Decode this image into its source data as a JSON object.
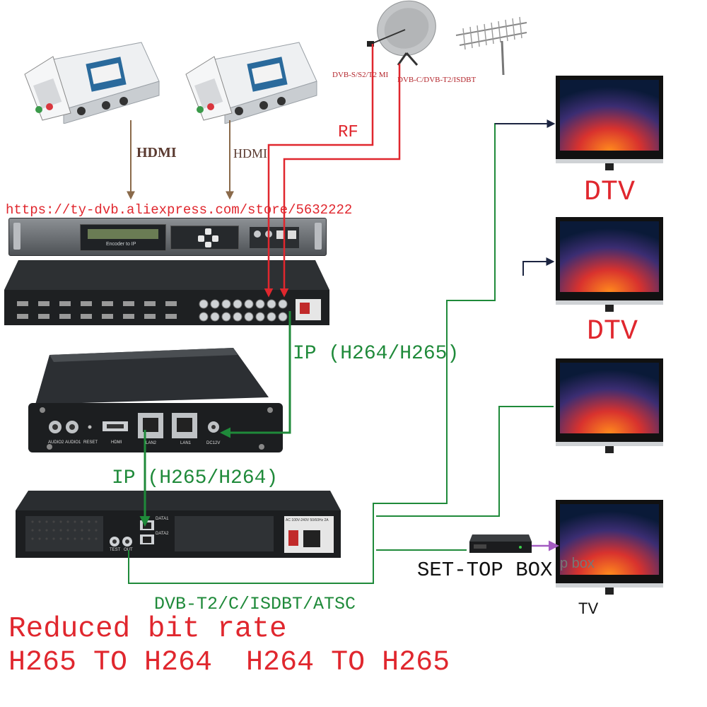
{
  "labels": {
    "hdmi_left": "HDMI",
    "hdmi_right": "HDMI",
    "rf": "RF",
    "sat_label": "DVB-S/S2/T2 MI",
    "antenna_label": "DVB-C/DVB-T2/ISDBT",
    "url": "https://ty-dvb.aliexpress.com/store/5632222",
    "ip_top": "IP (H264/H265)",
    "ip_bottom": "IP (H265/H264)",
    "dvb_out": "DVB-T2/C/ISDBT/ATSC",
    "set_top_box": "SET-TOP BOX",
    "set_top_box_faint": "p box",
    "tv1": "DTV",
    "tv2": "DTV",
    "tv4": "TV",
    "reduced": "Reduced bit rate",
    "conversion": "H265 TO H264  H264 TO H265"
  },
  "devices": {
    "encoder_display": "Encoder to IP",
    "transcoder_ports": [
      "AUDIO2",
      "AUDIO1",
      "RESET",
      "HDMI",
      "LAN2",
      "LAN1",
      "DC12V"
    ],
    "modulator_ports": [
      "DATA1",
      "DATA2",
      "TEST",
      "OUT"
    ],
    "modulator_power": "AC 100V-240V 50/60Hz 2A"
  },
  "colors": {
    "red_line": "#e0272e",
    "green_line": "#1f8a3a",
    "navy_line": "#1b2440",
    "purple_arrow": "#a35bc1"
  },
  "icons": [
    "satellite-dish-icon",
    "antenna-icon",
    "tv-icon",
    "set-top-box-icon"
  ]
}
